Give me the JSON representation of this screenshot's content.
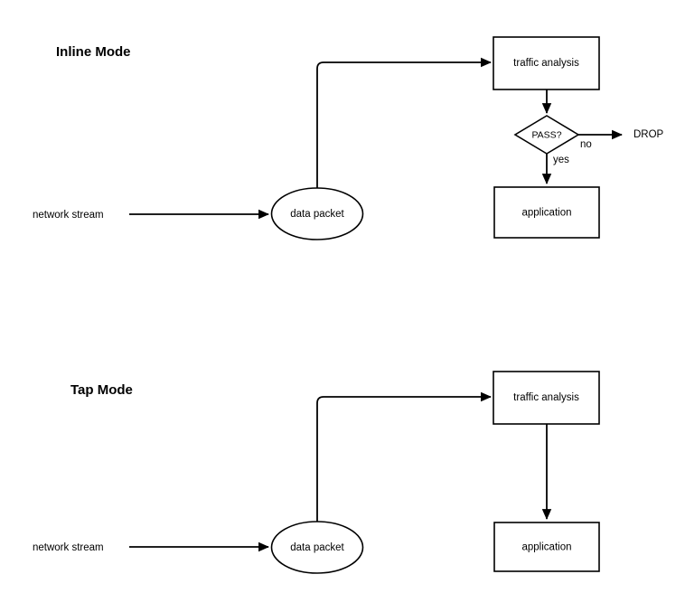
{
  "diagram": {
    "title_inline": "Inline Mode",
    "title_tap": "Tap Mode",
    "sections": [
      {
        "id": "inline",
        "heading": "Inline Mode",
        "nodes": {
          "source_label": "network stream",
          "packet": "data packet",
          "analysis": "traffic analysis",
          "decision": "PASS?",
          "application": "application",
          "drop": "DROP"
        },
        "edge_labels": {
          "no": "no",
          "yes": "yes"
        }
      },
      {
        "id": "tap",
        "heading": "Tap Mode",
        "nodes": {
          "source_label": "network stream",
          "packet": "data packet",
          "analysis": "traffic analysis",
          "application": "application"
        },
        "edge_labels": {}
      }
    ],
    "colors": {
      "background": "#ffffff",
      "stroke": "#000000",
      "text": "#000000",
      "shape_fill": "#ffffff"
    }
  }
}
